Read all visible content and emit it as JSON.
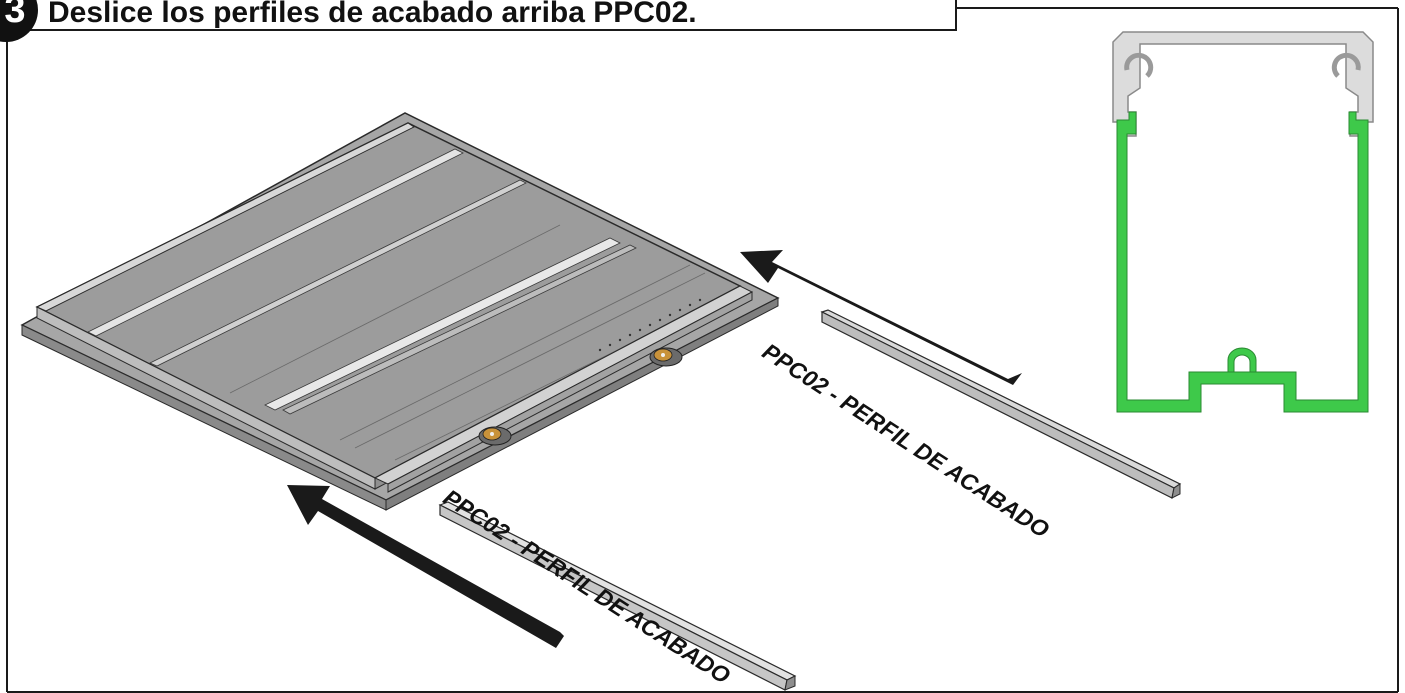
{
  "step": {
    "number": "3",
    "title": "Deslice los perfiles de acabado arriba PPC02."
  },
  "labels": {
    "profile_upper": "PPC02 - PERFIL DE ACABADO",
    "profile_lower": "PPC02 - PERFIL DE ACABADO"
  },
  "colors": {
    "outline": "#1a1a1a",
    "panel_gray": "#9a9a9a",
    "profile_light": "#cfcfcf",
    "highlight_green": "#3ec94a",
    "arrow": "#1a1a1a",
    "roller_orange": "#c8923a"
  }
}
